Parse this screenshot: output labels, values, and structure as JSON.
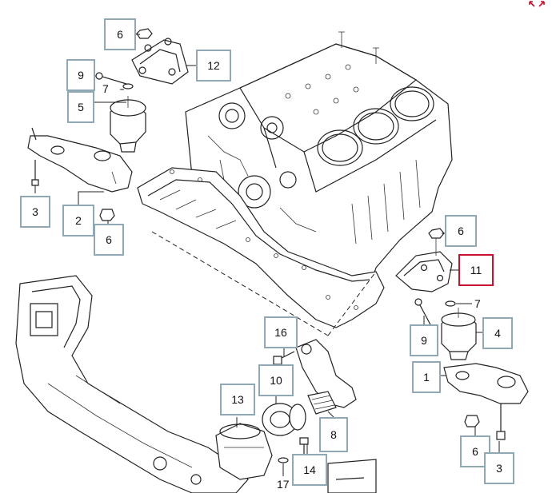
{
  "diagram": {
    "callouts": [
      {
        "id": "c6a",
        "label": "6",
        "selected": false
      },
      {
        "id": "c9a",
        "label": "9",
        "selected": false
      },
      {
        "id": "c5",
        "label": "5",
        "selected": false
      },
      {
        "id": "c12",
        "label": "12",
        "selected": false
      },
      {
        "id": "c3a",
        "label": "3",
        "selected": false
      },
      {
        "id": "c2",
        "label": "2",
        "selected": false
      },
      {
        "id": "c6b",
        "label": "6",
        "selected": false
      },
      {
        "id": "c6c",
        "label": "6",
        "selected": false
      },
      {
        "id": "c11",
        "label": "11",
        "selected": true
      },
      {
        "id": "c9b",
        "label": "9",
        "selected": false
      },
      {
        "id": "c4",
        "label": "4",
        "selected": false
      },
      {
        "id": "c1",
        "label": "1",
        "selected": false
      },
      {
        "id": "c16",
        "label": "16",
        "selected": false
      },
      {
        "id": "c10",
        "label": "10",
        "selected": false
      },
      {
        "id": "c13",
        "label": "13",
        "selected": false
      },
      {
        "id": "c8",
        "label": "8",
        "selected": false
      },
      {
        "id": "c6d",
        "label": "6",
        "selected": false
      },
      {
        "id": "c3b",
        "label": "3",
        "selected": false
      },
      {
        "id": "c14",
        "label": "14",
        "selected": false
      }
    ],
    "plain_labels": [
      {
        "id": "p7a",
        "label": "7"
      },
      {
        "id": "p7b",
        "label": "7"
      },
      {
        "id": "p17",
        "label": "17"
      }
    ],
    "accent_color": "#c8102e",
    "callout_border_color": "#8fa8b3",
    "expand_icon": "expand-arrows-icon"
  }
}
